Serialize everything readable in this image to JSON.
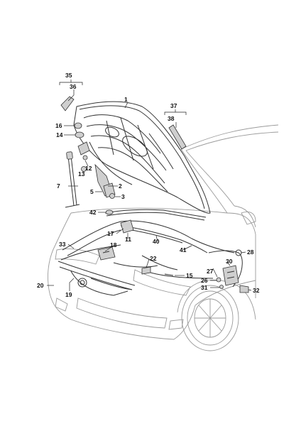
{
  "diagram": {
    "callouts": [
      {
        "id": "c1",
        "text": "1"
      },
      {
        "id": "c2",
        "text": "2"
      },
      {
        "id": "c3",
        "text": "3"
      },
      {
        "id": "c5",
        "text": "5"
      },
      {
        "id": "c7",
        "text": "7"
      },
      {
        "id": "c11",
        "text": "11"
      },
      {
        "id": "c12",
        "text": "12"
      },
      {
        "id": "c13",
        "text": "13"
      },
      {
        "id": "c14",
        "text": "14"
      },
      {
        "id": "c15",
        "text": "15"
      },
      {
        "id": "c16",
        "text": "16"
      },
      {
        "id": "c17",
        "text": "17"
      },
      {
        "id": "c18",
        "text": "18"
      },
      {
        "id": "c19",
        "text": "19"
      },
      {
        "id": "c20",
        "text": "20"
      },
      {
        "id": "c22",
        "text": "22"
      },
      {
        "id": "c26",
        "text": "26"
      },
      {
        "id": "c27",
        "text": "27"
      },
      {
        "id": "c28",
        "text": "28"
      },
      {
        "id": "c30",
        "text": "30"
      },
      {
        "id": "c31",
        "text": "31"
      },
      {
        "id": "c32",
        "text": "32"
      },
      {
        "id": "c33",
        "text": "33"
      },
      {
        "id": "c35",
        "text": "35"
      },
      {
        "id": "c36",
        "text": "36"
      },
      {
        "id": "c37",
        "text": "37"
      },
      {
        "id": "c38",
        "text": "38"
      },
      {
        "id": "c40",
        "text": "40"
      },
      {
        "id": "c41",
        "text": "41"
      },
      {
        "id": "c42",
        "text": "42"
      }
    ]
  }
}
